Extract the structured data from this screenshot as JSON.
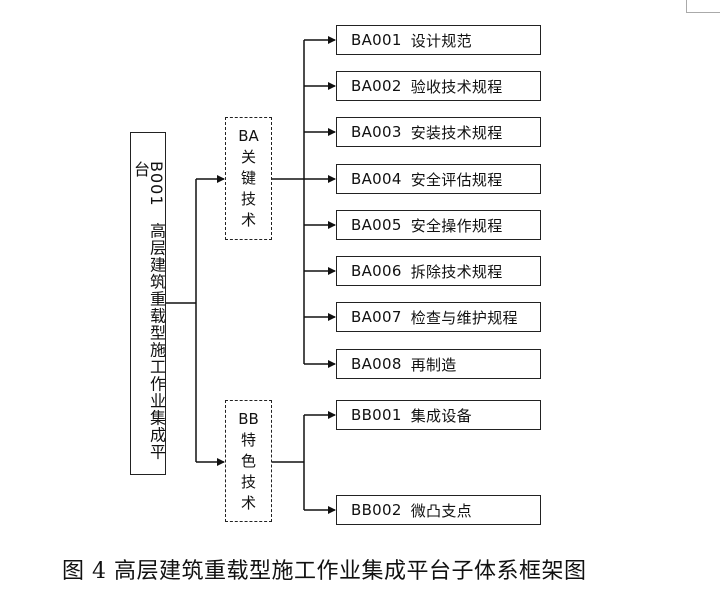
{
  "root": {
    "code": "B001",
    "title": "高层建筑重载型施工作业集成平台"
  },
  "categories": [
    {
      "code": "BA",
      "title": "关键技术",
      "items": [
        {
          "code": "BA001",
          "label": "设计规范"
        },
        {
          "code": "BA002",
          "label": "验收技术规程"
        },
        {
          "code": "BA003",
          "label": "安装技术规程"
        },
        {
          "code": "BA004",
          "label": "安全评估规程"
        },
        {
          "code": "BA005",
          "label": "安全操作规程"
        },
        {
          "code": "BA006",
          "label": "拆除技术规程"
        },
        {
          "code": "BA007",
          "label": "检查与维护规程"
        },
        {
          "code": "BA008",
          "label": "再制造"
        }
      ]
    },
    {
      "code": "BB",
      "title": "特色技术",
      "items": [
        {
          "code": "BB001",
          "label": "集成设备"
        },
        {
          "code": "BB002",
          "label": "微凸支点"
        }
      ]
    }
  ],
  "caption": "图 4  高层建筑重载型施工作业集成平台子体系框架图"
}
